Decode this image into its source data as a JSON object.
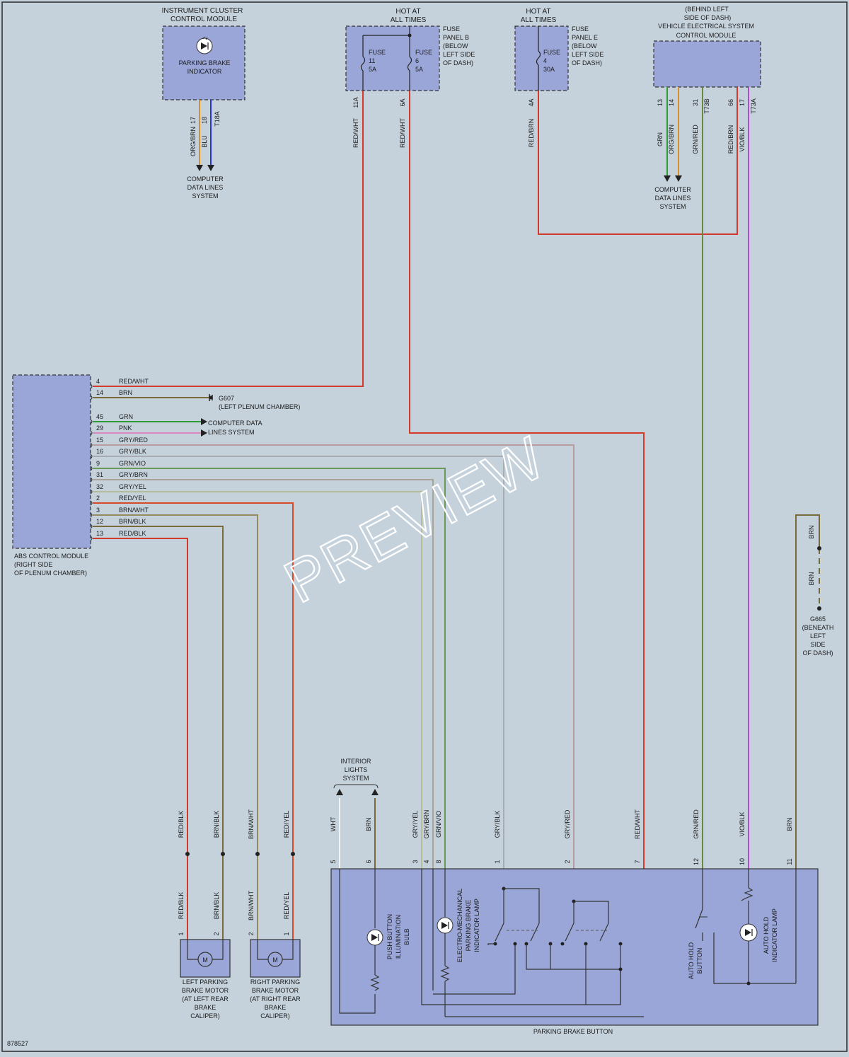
{
  "diagram_id": "878527",
  "watermark": "PREVIEW",
  "colors": {
    "background": "#c5d2dc",
    "module_fill": "#9aa6d8",
    "RED": "#d43a2a",
    "BRN": "#7a6a3a",
    "GRN": "#2f9a38",
    "PNK": "#d88ac0",
    "GRY": "#a6acb2",
    "VIO": "#b14ad8",
    "ORG": "#d9902a",
    "BLU": "#2432d8",
    "WHT": "#f2f2f2",
    "YEL": "#d8cc40"
  },
  "components": {
    "instrument_cluster": {
      "title_l1": "INSTRUMENT CLUSTER",
      "title_l2": "CONTROL MODULE",
      "inner_l1": "PARKING BRAKE",
      "inner_l2": "INDICATOR"
    },
    "fuse_panel_b": {
      "hot_l1": "HOT AT",
      "hot_l2": "ALL TIMES",
      "side": [
        "FUSE",
        "PANEL B",
        "(BELOW",
        "LEFT SIDE",
        "OF DASH)"
      ],
      "fuse_a": [
        "FUSE",
        "11",
        "5A"
      ],
      "fuse_b": [
        "FUSE",
        "6",
        "5A"
      ]
    },
    "fuse_panel_e": {
      "hot_l1": "HOT AT",
      "hot_l2": "ALL TIMES",
      "side": [
        "FUSE",
        "PANEL E",
        "(BELOW",
        "LEFT SIDE",
        "OF DASH)"
      ],
      "fuse": [
        "FUSE",
        "4",
        "30A"
      ]
    },
    "vehicle_electrical": {
      "title": [
        "(BEHIND LEFT",
        "SIDE OF DASH)",
        "VEHICLE ELECTRICAL SYSTEM",
        "CONTROL MODULE"
      ]
    },
    "abs_module": {
      "title": [
        "ABS CONTROL MODULE",
        "(RIGHT SIDE",
        "OF PLENUM CHAMBER)"
      ]
    },
    "ground_g607": {
      "label_l1": "G607",
      "label_l2": "(LEFT PLENUM CHAMBER)"
    },
    "ground_g665": {
      "label": [
        "G665",
        "(BENEATH",
        "LEFT",
        "SIDE",
        "OF DASH)"
      ]
    },
    "computer_data_1": [
      "COMPUTER",
      "DATA LINES",
      "SYSTEM"
    ],
    "computer_data_2": [
      "COMPUTER",
      "DATA LINES",
      "SYSTEM"
    ],
    "computer_data_abs": [
      "COMPUTER DATA",
      "LINES SYSTEM"
    ],
    "interior_lights": [
      "INTERIOR",
      "LIGHTS",
      "SYSTEM"
    ],
    "left_motor": [
      "LEFT PARKING",
      "BRAKE MOTOR",
      "(AT LEFT REAR",
      "BRAKE",
      "CALIPER)"
    ],
    "right_motor": [
      "RIGHT PARKING",
      "BRAKE MOTOR",
      "(AT RIGHT REAR",
      "BRAKE",
      "CALIPER)"
    ],
    "parking_brake_button": {
      "title": "PARKING BRAKE BUTTON",
      "push_bulb": [
        "PUSH BUTTON",
        "ILLUMINATION",
        "BULB"
      ],
      "em_lamp": [
        "ELECTRO-MECHANICAL",
        "PARKING BRAKE",
        "INDICATOR LAMP"
      ],
      "auto_hold_button": [
        "AUTO HOLD",
        "BUTTON"
      ],
      "auto_hold_lamp": [
        "AUTO HOLD",
        "INDICATOR LAMP"
      ]
    }
  },
  "abs_pins": [
    {
      "pin": "4",
      "color": "RED/WHT"
    },
    {
      "pin": "14",
      "color": "BRN"
    },
    {
      "pin": "45",
      "color": "GRN"
    },
    {
      "pin": "29",
      "color": "PNK"
    },
    {
      "pin": "15",
      "color": "GRY/RED"
    },
    {
      "pin": "16",
      "color": "GRY/BLK"
    },
    {
      "pin": "9",
      "color": "GRN/VIO"
    },
    {
      "pin": "31",
      "color": "GRY/BRN"
    },
    {
      "pin": "32",
      "color": "GRY/YEL"
    },
    {
      "pin": "2",
      "color": "RED/YEL"
    },
    {
      "pin": "3",
      "color": "BRN/WHT"
    },
    {
      "pin": "12",
      "color": "BRN/BLK"
    },
    {
      "pin": "13",
      "color": "RED/BLK"
    }
  ],
  "cluster_pins": [
    {
      "pin": "17",
      "color": "ORG/BRN"
    },
    {
      "pin": "18",
      "color": "BLU"
    },
    {
      "pin": "T18A",
      "color": ""
    }
  ],
  "fuse_pins": [
    {
      "pin": "11A",
      "color": "RED/WHT"
    },
    {
      "pin": "6A",
      "color": "RED/WHT"
    },
    {
      "pin": "4A",
      "color": "RED/BRN"
    }
  ],
  "vesc_pins": [
    {
      "pin": "13",
      "color": "GRN"
    },
    {
      "pin": "14",
      "color": "ORG/BRN"
    },
    {
      "pin": "31",
      "color": "GRN/RED"
    },
    {
      "pin": "T73B",
      "color": ""
    },
    {
      "pin": "66",
      "color": "RED/BRN"
    },
    {
      "pin": "17",
      "color": "VIO/BLK"
    },
    {
      "pin": "T73A",
      "color": ""
    }
  ],
  "button_pins": [
    {
      "pin": "5",
      "color": "WHT"
    },
    {
      "pin": "6",
      "color": "BRN"
    },
    {
      "pin": "3",
      "color": "GRY/YEL"
    },
    {
      "pin": "4",
      "color": "GRY/BRN"
    },
    {
      "pin": "8",
      "color": "GRN/VIO"
    },
    {
      "pin": "1",
      "color": "GRY/BLK"
    },
    {
      "pin": "2",
      "color": "GRY/RED"
    },
    {
      "pin": "7",
      "color": "RED/WHT"
    },
    {
      "pin": "12",
      "color": "GRN/RED"
    },
    {
      "pin": "10",
      "color": "VIO/BLK"
    },
    {
      "pin": "11",
      "color": "BRN"
    }
  ],
  "motor_pins": [
    {
      "pin": "1",
      "color": "RED/BLK"
    },
    {
      "pin": "2",
      "color": "BRN/BLK"
    },
    {
      "pin": "2",
      "color": "BRN/WHT"
    },
    {
      "pin": "1",
      "color": "RED/YEL"
    }
  ],
  "ground_wire_color": "BRN"
}
